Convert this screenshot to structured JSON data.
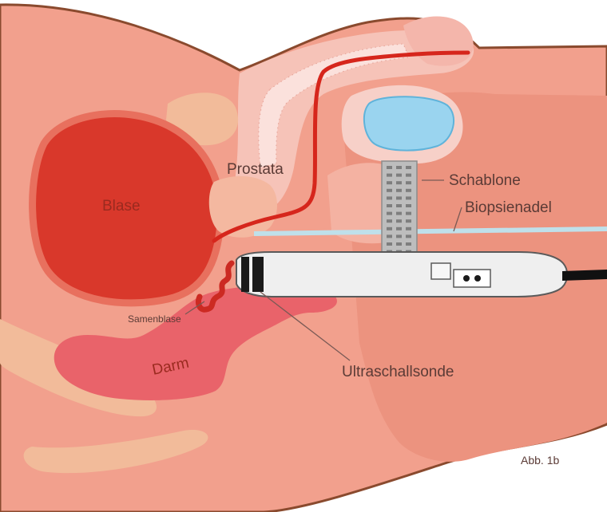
{
  "labels": {
    "blase": "Blase",
    "prostata": "Prostata",
    "samenblase": "Samenblase",
    "darm": "Darm",
    "schablone": "Schablone",
    "biopsienadel": "Biopsienadel",
    "ultraschallsonde": "Ultraschallsonde",
    "figure_caption": "Abb. 1b"
  },
  "colors": {
    "skin": "#f2a08d",
    "skin_dark": "#e98d79",
    "outline": "#8a4a2e",
    "bladder": "#d9382b",
    "bladder_rim": "#e8705e",
    "prostate": "#f4b8a0",
    "bone": "#f2bb9a",
    "urethra": "#d6261c",
    "pubic_pink": "#f7c6bf",
    "rectum": "#e9636a",
    "seminal_vesicle": "#cc2a22",
    "testis_blue": "#9ad4ef",
    "template_grey": "#b9b9b9",
    "needle": "#bfe0ea",
    "probe_body": "#efefef",
    "probe_tip": "#1a1a1a"
  },
  "icons": [
    "schablone-grid",
    "ultraschallsonde-probe",
    "biopsienadel-line"
  ]
}
